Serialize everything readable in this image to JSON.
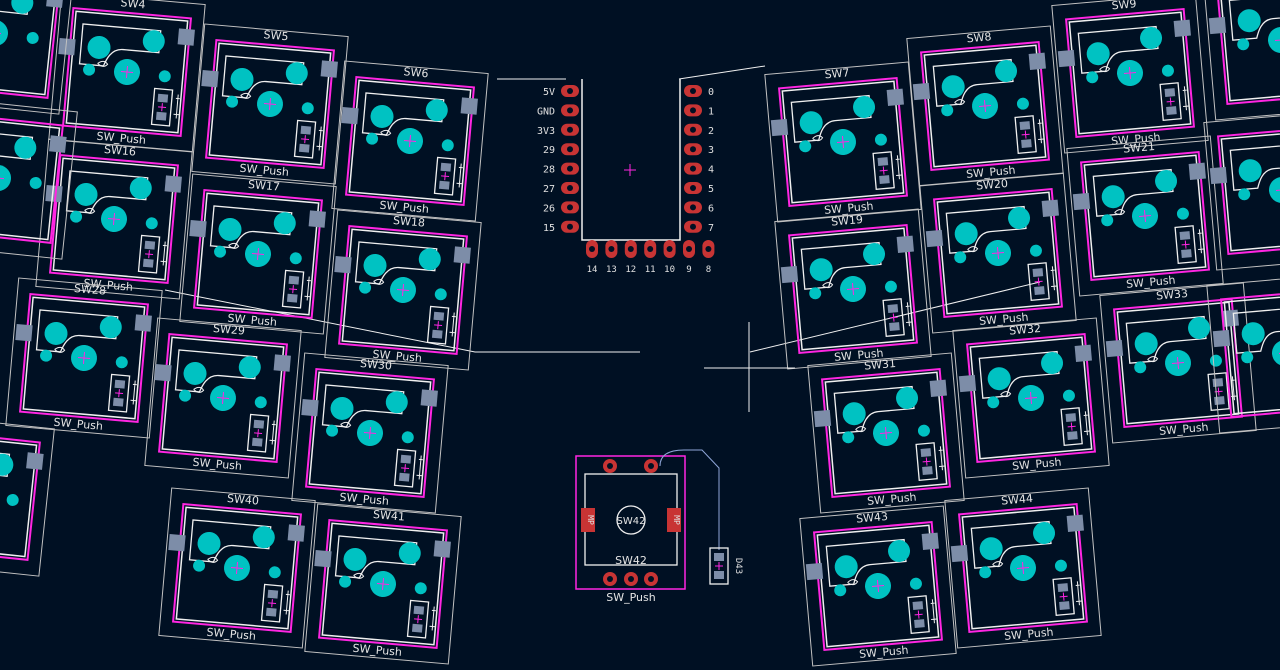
{
  "view": {
    "background": "#001023",
    "colors": {
      "courtyard": "#c2c2c2",
      "fab": "#f0f0f0",
      "silk": "#ff26e2",
      "pad": "#00c2c2",
      "smd": "#7d8da8",
      "copper": "#c83434",
      "label": "#e4e4e4",
      "cross": "#ff26e2"
    },
    "icons": {
      "footprint_center": "crosshair-icon",
      "origin": "origin-cross-icon"
    }
  },
  "switches": [
    {
      "ref": "SW4",
      "value": "SW_Push"
    },
    {
      "ref": "SW5",
      "value": "SW_Push"
    },
    {
      "ref": "SW6",
      "value": "SW_Push"
    },
    {
      "ref": "SW16",
      "value": "SW_Push"
    },
    {
      "ref": "SW17",
      "value": "SW_Push"
    },
    {
      "ref": "SW18",
      "value": "SW_Push"
    },
    {
      "ref": "SW28",
      "value": "SW_Push"
    },
    {
      "ref": "SW29",
      "value": "SW_Push"
    },
    {
      "ref": "SW30",
      "value": "SW_Push"
    },
    {
      "ref": "SW40",
      "value": "SW_Push"
    },
    {
      "ref": "SW41",
      "value": "SW_Push"
    },
    {
      "ref": "SW7",
      "value": "SW_Push"
    },
    {
      "ref": "SW8",
      "value": "SW_Push"
    },
    {
      "ref": "SW9",
      "value": "SW_Push"
    },
    {
      "ref": "SW19",
      "value": "SW_Push"
    },
    {
      "ref": "SW20",
      "value": "SW_Push"
    },
    {
      "ref": "SW21",
      "value": "SW_Push"
    },
    {
      "ref": "SW31",
      "value": "SW_Push"
    },
    {
      "ref": "SW32",
      "value": "SW_Push"
    },
    {
      "ref": "SW33",
      "value": "SW_Push"
    },
    {
      "ref": "SW43",
      "value": "SW_Push"
    },
    {
      "ref": "SW44",
      "value": "SW_Push"
    }
  ],
  "mcu": {
    "left_pins": [
      "5V",
      "GND",
      "3V3",
      "29",
      "28",
      "27",
      "26",
      "15"
    ],
    "right_pins": [
      "0",
      "1",
      "2",
      "3",
      "4",
      "5",
      "6",
      "7"
    ],
    "bottom_pins": [
      "14",
      "13",
      "12",
      "11",
      "10",
      "9",
      "8"
    ]
  },
  "encoder": {
    "ref": "SW42",
    "value": "SW_Push",
    "center_label": "SW42",
    "mp_label": "MP",
    "diode_ref": "D43"
  }
}
